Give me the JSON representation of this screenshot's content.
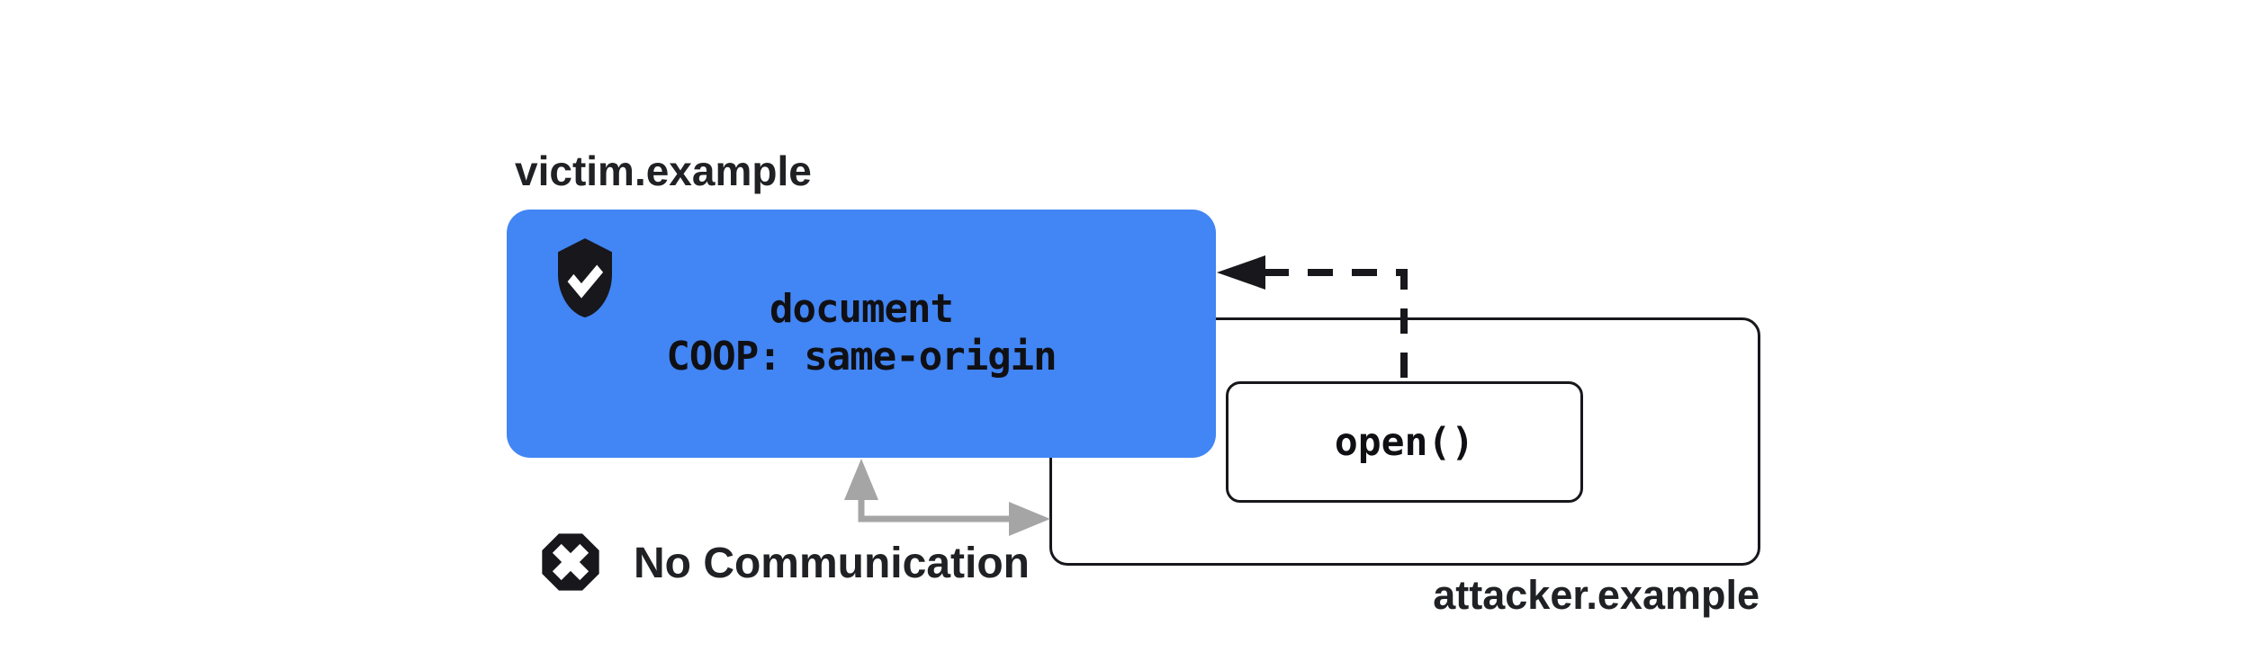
{
  "colors": {
    "victim_box_fill": "#4285F4",
    "outline_dark": "#17171c",
    "label_text": "#202124",
    "gray_arrow": "#a5a5a5",
    "background": "#ffffff"
  },
  "victim": {
    "domain_label": "victim.example",
    "document_line": "document",
    "coop_line": "COOP: same-origin",
    "shield_icon": "shield-check-icon"
  },
  "attacker": {
    "domain_label": "attacker.example",
    "open_call_label": "open()"
  },
  "communication": {
    "label": "No Communication",
    "blocked_icon": "octagon-x-icon"
  }
}
